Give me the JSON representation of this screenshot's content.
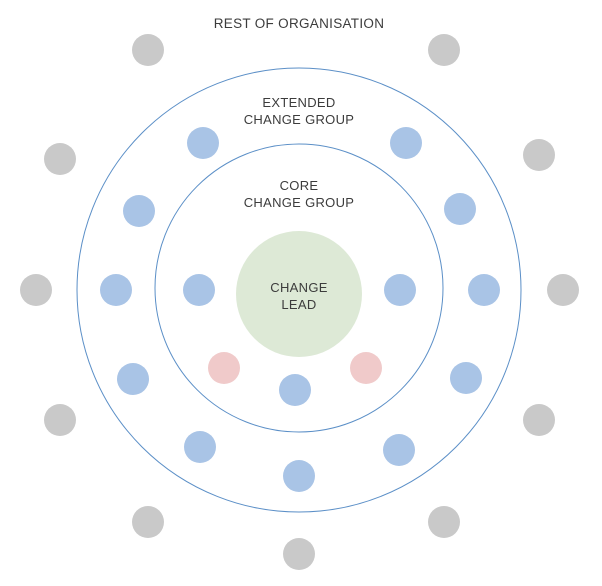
{
  "diagram": {
    "rest_label": "REST OF ORGANISATION",
    "extended_label_line1": "EXTENDED",
    "extended_label_line2": "CHANGE GROUP",
    "core_label_line1": "CORE",
    "core_label_line2": "CHANGE GROUP",
    "lead_label_line1": "CHANGE",
    "lead_label_line2": "LEAD"
  },
  "colors": {
    "ring_stroke": "#5b8fc7",
    "rest_node": "#c9c9c9",
    "group_node": "#a9c4e6",
    "highlight_node": "#f0caca",
    "lead_fill": "#dde9d6",
    "text": "#3c3c3c"
  }
}
